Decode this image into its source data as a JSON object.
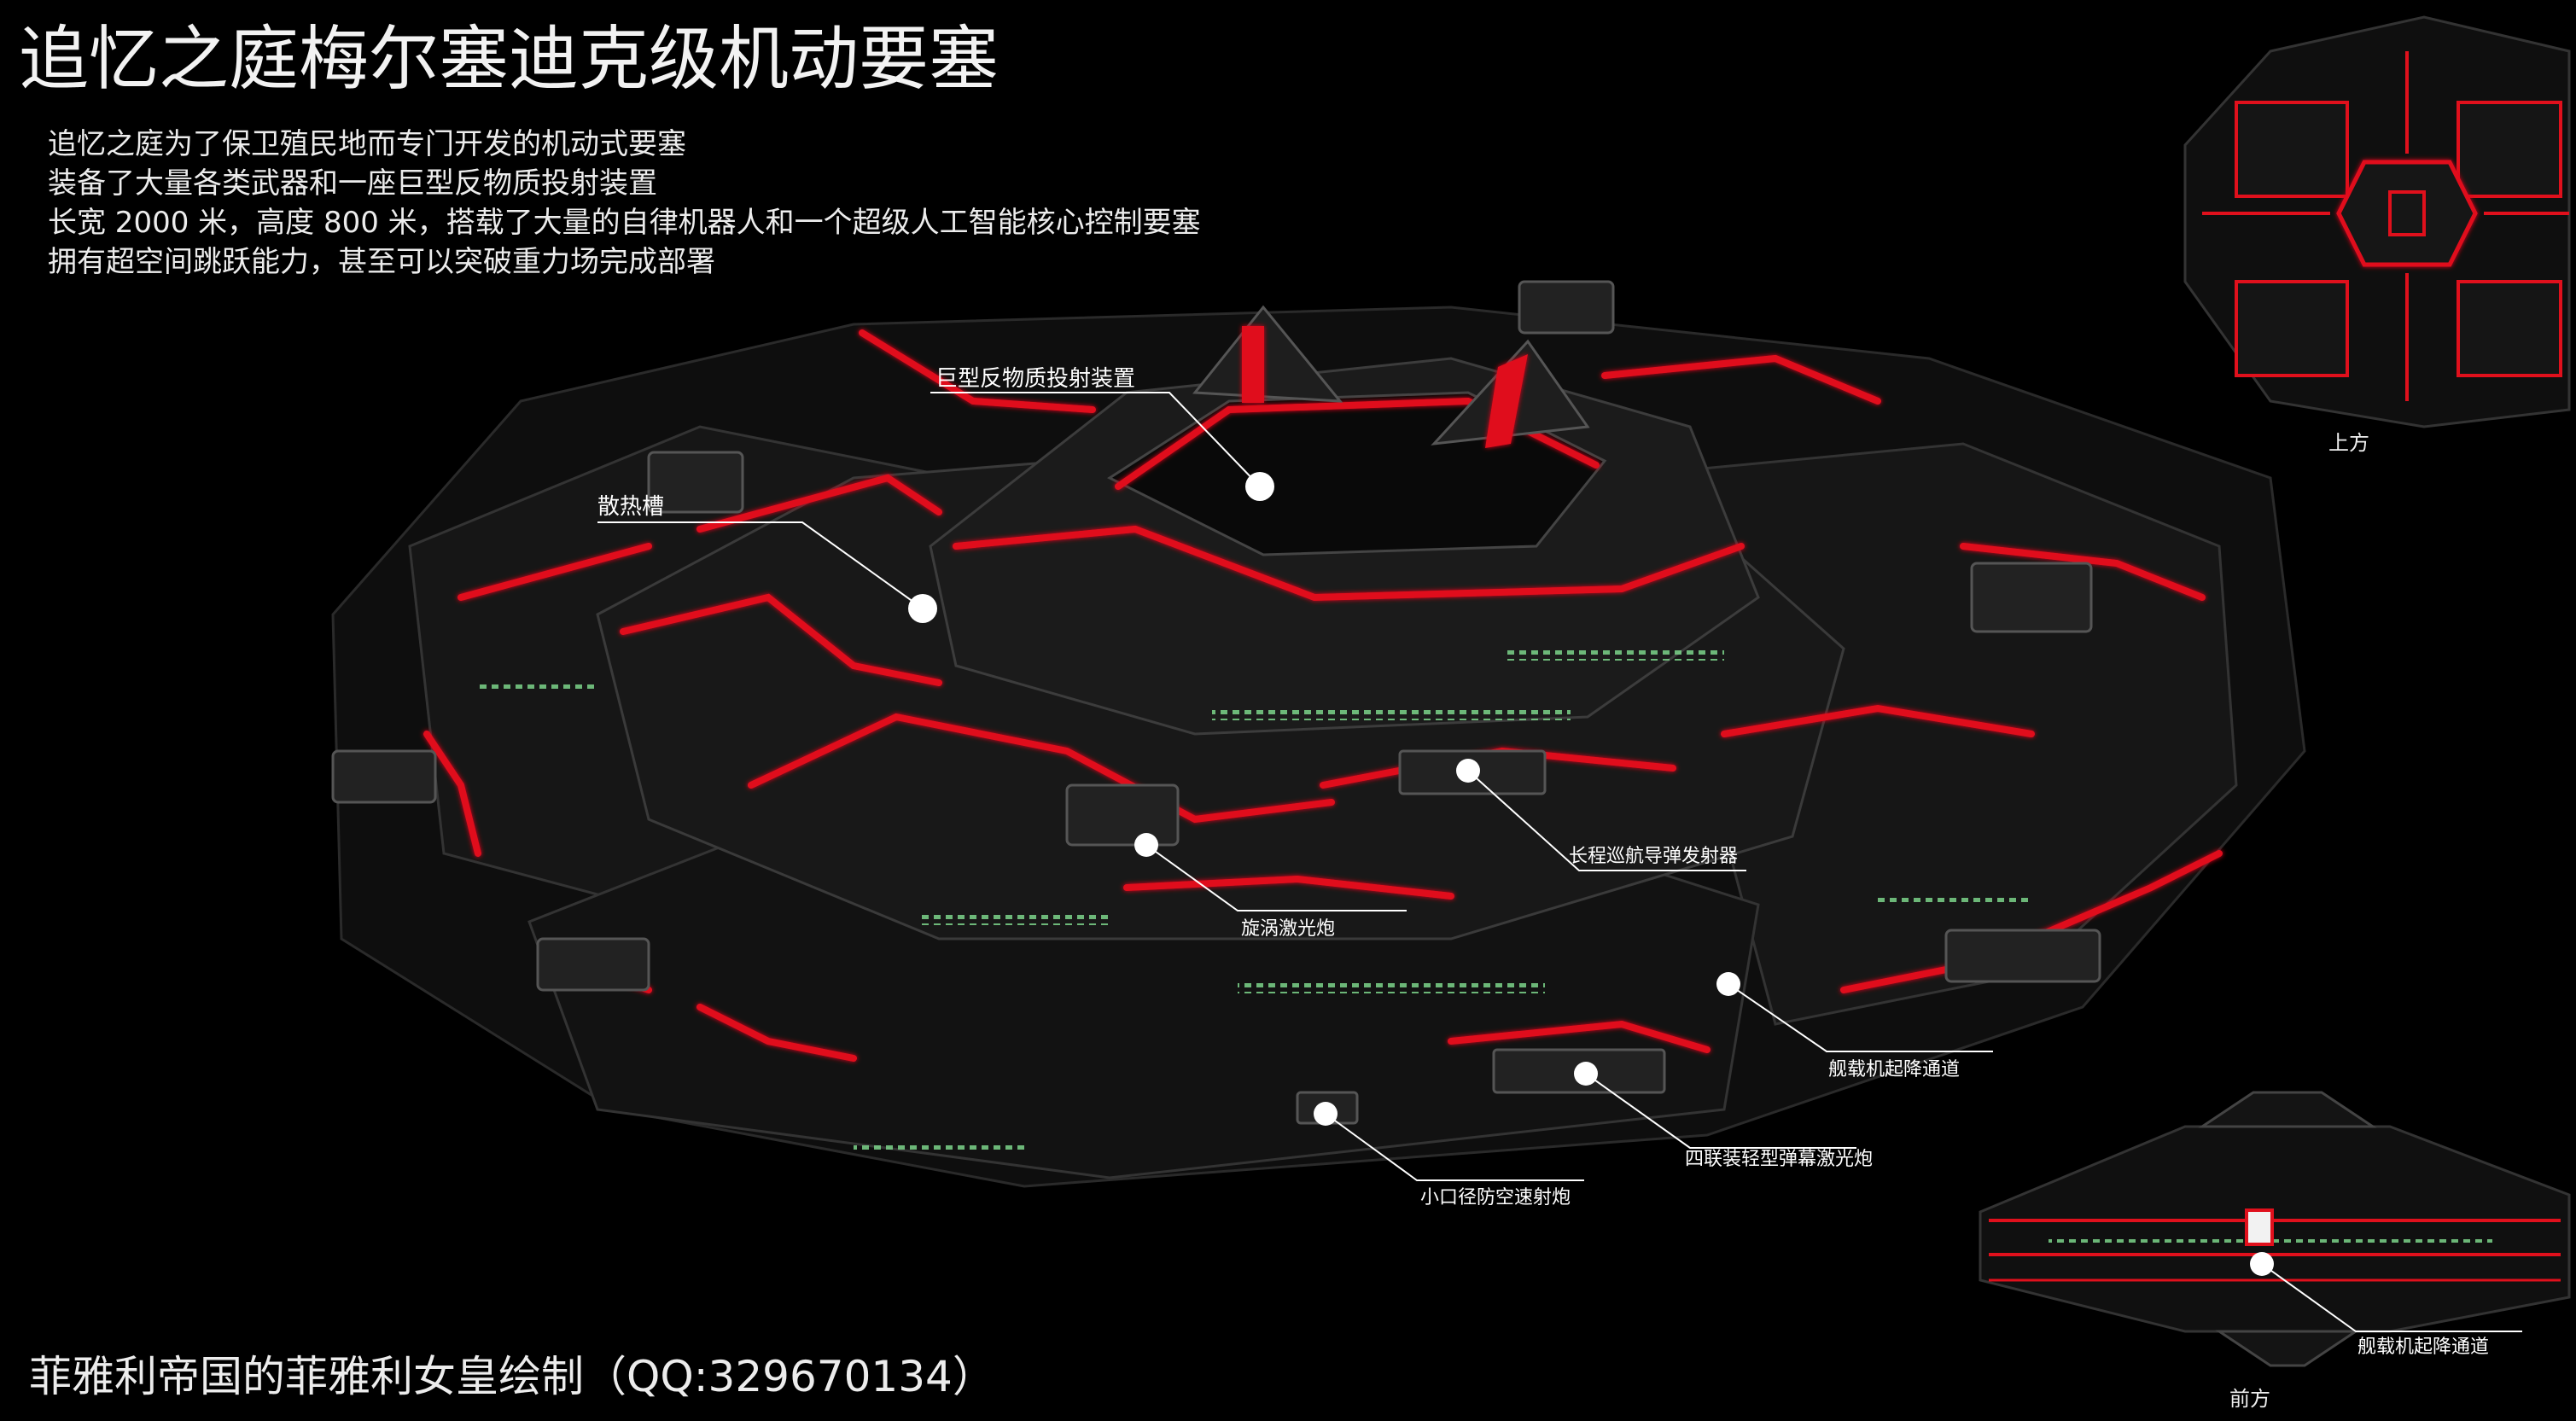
{
  "title": "追忆之庭梅尔塞迪克级机动要塞",
  "description": [
    "追忆之庭为了保卫殖民地而专门开发的机动式要塞",
    "装备了大量各类武器和一座巨型反物质投射装置",
    "长宽 2000 米，高度 800 米，搭载了大量的自律机器人和一个超级人工智能核心控制要塞",
    "拥有超空间跳跃能力，甚至可以突破重力场完成部署"
  ],
  "callouts": {
    "antimatter": "巨型反物质投射装置",
    "heat_sink": "散热槽",
    "cruise_missile": "长程巡航导弹发射器",
    "vortex_laser": "旋涡激光炮",
    "hangar_main": "舰载机起降通道",
    "quad_laser": "四联装轻型弹幕激光炮",
    "small_aa": "小口径防空速射炮",
    "hangar_front": "舰载机起降通道"
  },
  "views": {
    "top": "上方",
    "front": "前方"
  },
  "footer": "菲雅利帝国的菲雅利女皇绘制（QQ:329670134）",
  "colors": {
    "background": "#000000",
    "hull": "#151515",
    "glow_red": "#e0101c",
    "window_green": "#7cd48a",
    "text": "#ffffff"
  }
}
